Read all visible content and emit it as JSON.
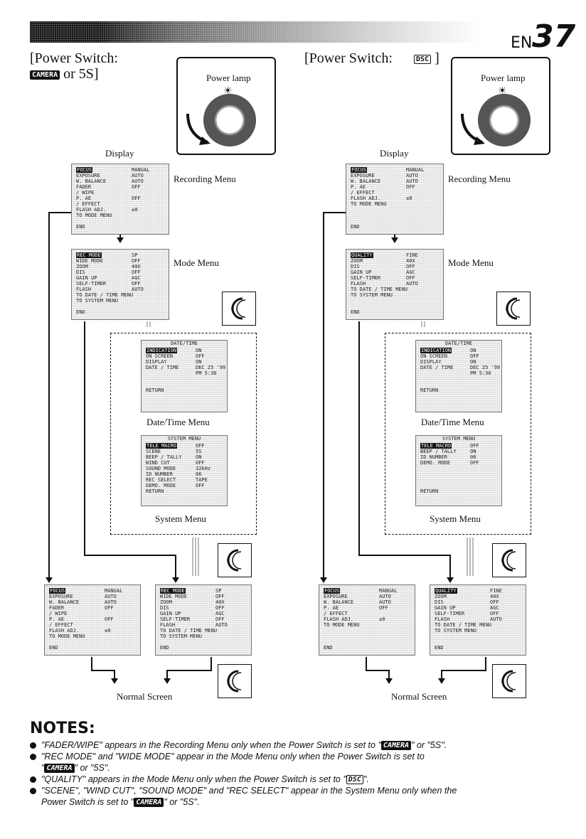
{
  "header": {
    "en": "EN",
    "page": "37"
  },
  "left": {
    "title_line1": "[Power Switch:",
    "title_tag": "CAMERA",
    "title_tail": "or 5S]",
    "lamp": "Power lamp",
    "display": "Display",
    "recording_label": "Recording Menu",
    "mode_label": "Mode Menu",
    "datetime_label": "Date/Time Menu",
    "system_label": "System Menu",
    "normal_label": "Normal Screen",
    "rec_menu": [
      {
        "k": "FOCUS",
        "v": "MANUAL"
      },
      {
        "k": "EXPOSURE",
        "v": "AUTO"
      },
      {
        "k": "W. BALANCE",
        "v": "AUTO"
      },
      {
        "k": "FADER",
        "v": "OFF"
      },
      {
        "k": "  / WIPE",
        "v": ""
      },
      {
        "k": "P. AE",
        "v": "OFF"
      },
      {
        "k": "  / EFFECT",
        "v": ""
      },
      {
        "k": "FLASH ADJ.",
        "v": "±0"
      },
      {
        "k": "TO MODE MENU",
        "v": ""
      },
      {
        "k": "",
        "v": ""
      },
      {
        "k": "END",
        "v": ""
      }
    ],
    "mode_menu": [
      {
        "k": "REC MODE",
        "v": "SP"
      },
      {
        "k": "WIDE MODE",
        "v": "OFF"
      },
      {
        "k": "ZOOM",
        "v": "40X"
      },
      {
        "k": "DIS",
        "v": "OFF"
      },
      {
        "k": "GAIN UP",
        "v": "AGC"
      },
      {
        "k": "SELF-TIMER",
        "v": "OFF"
      },
      {
        "k": "FLASH",
        "v": "AUTO"
      },
      {
        "k": "TO DATE / TIME MENU",
        "v": ""
      },
      {
        "k": "TO SYSTEM MENU",
        "v": ""
      },
      {
        "k": "",
        "v": ""
      },
      {
        "k": "END",
        "v": ""
      }
    ],
    "date_menu": {
      "title": "DATE/TIME",
      "rows": [
        {
          "k": "INDICATION",
          "v": "ON"
        },
        {
          "k": "ON SCREEN",
          "v": "OFF"
        },
        {
          "k": "DISPLAY",
          "v": "ON"
        },
        {
          "k": "DATE / TIME",
          "v": "DEC 25 '99"
        },
        {
          "k": "",
          "v": "PM  5:30"
        },
        {
          "k": "",
          "v": ""
        },
        {
          "k": "",
          "v": ""
        },
        {
          "k": "RETURN",
          "v": ""
        }
      ]
    },
    "system_menu": {
      "title": "SYSTEM MENU",
      "rows": [
        {
          "k": "TELE MACRO",
          "v": "OFF"
        },
        {
          "k": "SCENE",
          "v": "5S"
        },
        {
          "k": "BEEP / TALLY",
          "v": "ON"
        },
        {
          "k": "WIND CUT",
          "v": "OFF"
        },
        {
          "k": "SOUND MODE",
          "v": "32kHz"
        },
        {
          "k": "ID NUMBER",
          "v": "06"
        },
        {
          "k": "REC SELECT",
          "v": "TAPE"
        },
        {
          "k": "DEMO. MODE",
          "v": "OFF"
        },
        {
          "k": "RETURN",
          "v": ""
        }
      ]
    }
  },
  "right": {
    "title_line1": "[Power Switch:",
    "title_tag": "DSC",
    "title_tail": "]",
    "lamp": "Power lamp",
    "display": "Display",
    "recording_label": "Recording Menu",
    "mode_label": "Mode Menu",
    "datetime_label": "Date/Time Menu",
    "system_label": "System Menu",
    "normal_label": "Normal Screen",
    "rec_menu": [
      {
        "k": "FOCUS",
        "v": "MANUAL"
      },
      {
        "k": "EXPOSURE",
        "v": "AUTO"
      },
      {
        "k": "W. BALANCE",
        "v": "AUTO"
      },
      {
        "k": "P. AE",
        "v": "OFF"
      },
      {
        "k": "  / EFFECT",
        "v": ""
      },
      {
        "k": "FLASH ADJ.",
        "v": "±0"
      },
      {
        "k": "TO MODE MENU",
        "v": ""
      },
      {
        "k": "",
        "v": ""
      },
      {
        "k": "",
        "v": ""
      },
      {
        "k": "",
        "v": ""
      },
      {
        "k": "END",
        "v": ""
      }
    ],
    "mode_menu": [
      {
        "k": "QUALITY",
        "v": "FINE"
      },
      {
        "k": "ZOOM",
        "v": "40X"
      },
      {
        "k": "DIS",
        "v": "OFF"
      },
      {
        "k": "GAIN UP",
        "v": "AGC"
      },
      {
        "k": "SELF-TIMER",
        "v": "OFF"
      },
      {
        "k": "FLASH",
        "v": "AUTO"
      },
      {
        "k": "TO DATE / TIME MENU",
        "v": ""
      },
      {
        "k": "TO SYSTEM MENU",
        "v": ""
      },
      {
        "k": "",
        "v": ""
      },
      {
        "k": "",
        "v": ""
      },
      {
        "k": "END",
        "v": ""
      }
    ],
    "date_menu": {
      "title": "DATE/TIME",
      "rows": [
        {
          "k": "INDICATION",
          "v": "ON"
        },
        {
          "k": "ON SCREEN",
          "v": "OFF"
        },
        {
          "k": "DISPLAY",
          "v": "ON"
        },
        {
          "k": "DATE / TIME",
          "v": "DEC 25 '99"
        },
        {
          "k": "",
          "v": "PM  5:30"
        },
        {
          "k": "",
          "v": ""
        },
        {
          "k": "",
          "v": ""
        },
        {
          "k": "RETURN",
          "v": ""
        }
      ]
    },
    "system_menu": {
      "title": "SYSTEM MENU",
      "rows": [
        {
          "k": "TELE MACRO",
          "v": "OFF"
        },
        {
          "k": "BEEP / TALLY",
          "v": "ON"
        },
        {
          "k": "ID NUMBER",
          "v": "06"
        },
        {
          "k": "DEMO. MODE",
          "v": "OFF"
        },
        {
          "k": "",
          "v": ""
        },
        {
          "k": "",
          "v": ""
        },
        {
          "k": "",
          "v": ""
        },
        {
          "k": "",
          "v": ""
        },
        {
          "k": "RETURN",
          "v": ""
        }
      ]
    }
  },
  "notes": {
    "title": "NOTES:",
    "n1_a": "\"FADER/WIPE\" appears in the Recording Menu only when the Power Switch is set to \"",
    "n1_b": "\" or \"5S\".",
    "n2_a": "\"REC MODE\" and \"WIDE MODE\" appear in the Mode Menu only when the Power Switch is set to",
    "n2_b": "\"",
    "n2_c": "\" or \"5S\".",
    "n3_a": "\"QUALITY\" appears in the Mode Menu only when the Power Switch is set to \"",
    "n3_b": "\".",
    "n4_a": "\"SCENE\", \"WIND CUT\", \"SOUND MODE\" and \"REC SELECT\" appear in the System Menu only when the",
    "n4_b": "Power Switch is set to \"",
    "n4_c": "\" or \"5S\".",
    "tag_camera": "CAMERA",
    "tag_dsc": "DSC"
  }
}
